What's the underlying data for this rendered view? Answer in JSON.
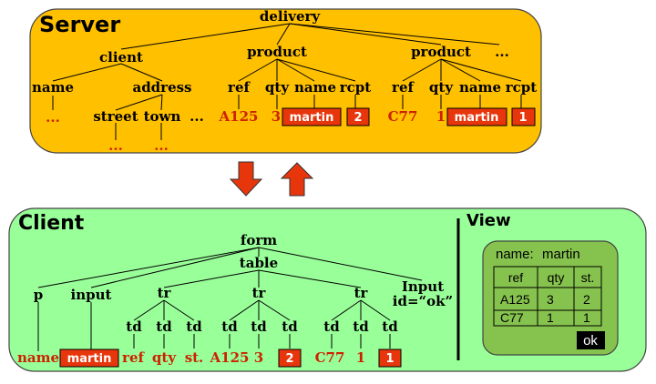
{
  "server": {
    "title": "Server",
    "root": "delivery",
    "client": "client",
    "client_fields": {
      "name": "name",
      "address": "address",
      "street": "street",
      "town": "town",
      "more": "...",
      "name_val": "...",
      "street_val": "...",
      "town_val": "..."
    },
    "products": [
      {
        "label": "product",
        "fields": [
          "ref",
          "qty",
          "name",
          "rcpt"
        ],
        "values": [
          "A125",
          "3",
          "martin",
          "2"
        ]
      },
      {
        "label": "product",
        "fields": [
          "ref",
          "qty",
          "name",
          "rcpt"
        ],
        "values": [
          "C77",
          "1",
          "martin",
          "1"
        ]
      }
    ],
    "more": "..."
  },
  "client": {
    "title": "Client",
    "form": "form",
    "table": "table",
    "p": "p",
    "input": "input",
    "input_ok_line1": "Input",
    "input_ok_line2": "id=“ok”",
    "tr": "tr",
    "td": "td",
    "leaves": [
      "name",
      "martin",
      "ref",
      "qty",
      "st.",
      "A125",
      "3",
      "2",
      "C77",
      "1",
      "1"
    ]
  },
  "view": {
    "title": "View",
    "name_label": "name:",
    "name_value": "martin",
    "headers": [
      "ref",
      "qty",
      "st."
    ],
    "rows": [
      [
        "A125",
        "3",
        "2"
      ],
      [
        "C77",
        "1",
        "1"
      ]
    ],
    "ok_label": "ok"
  },
  "colors": {
    "server_bg": "#ffc000",
    "client_bg": "#99ff99",
    "view_bg": "#86c24e",
    "accent_red": "#e8360c",
    "text_red": "#cc2200",
    "box_red": "#e8360c"
  }
}
